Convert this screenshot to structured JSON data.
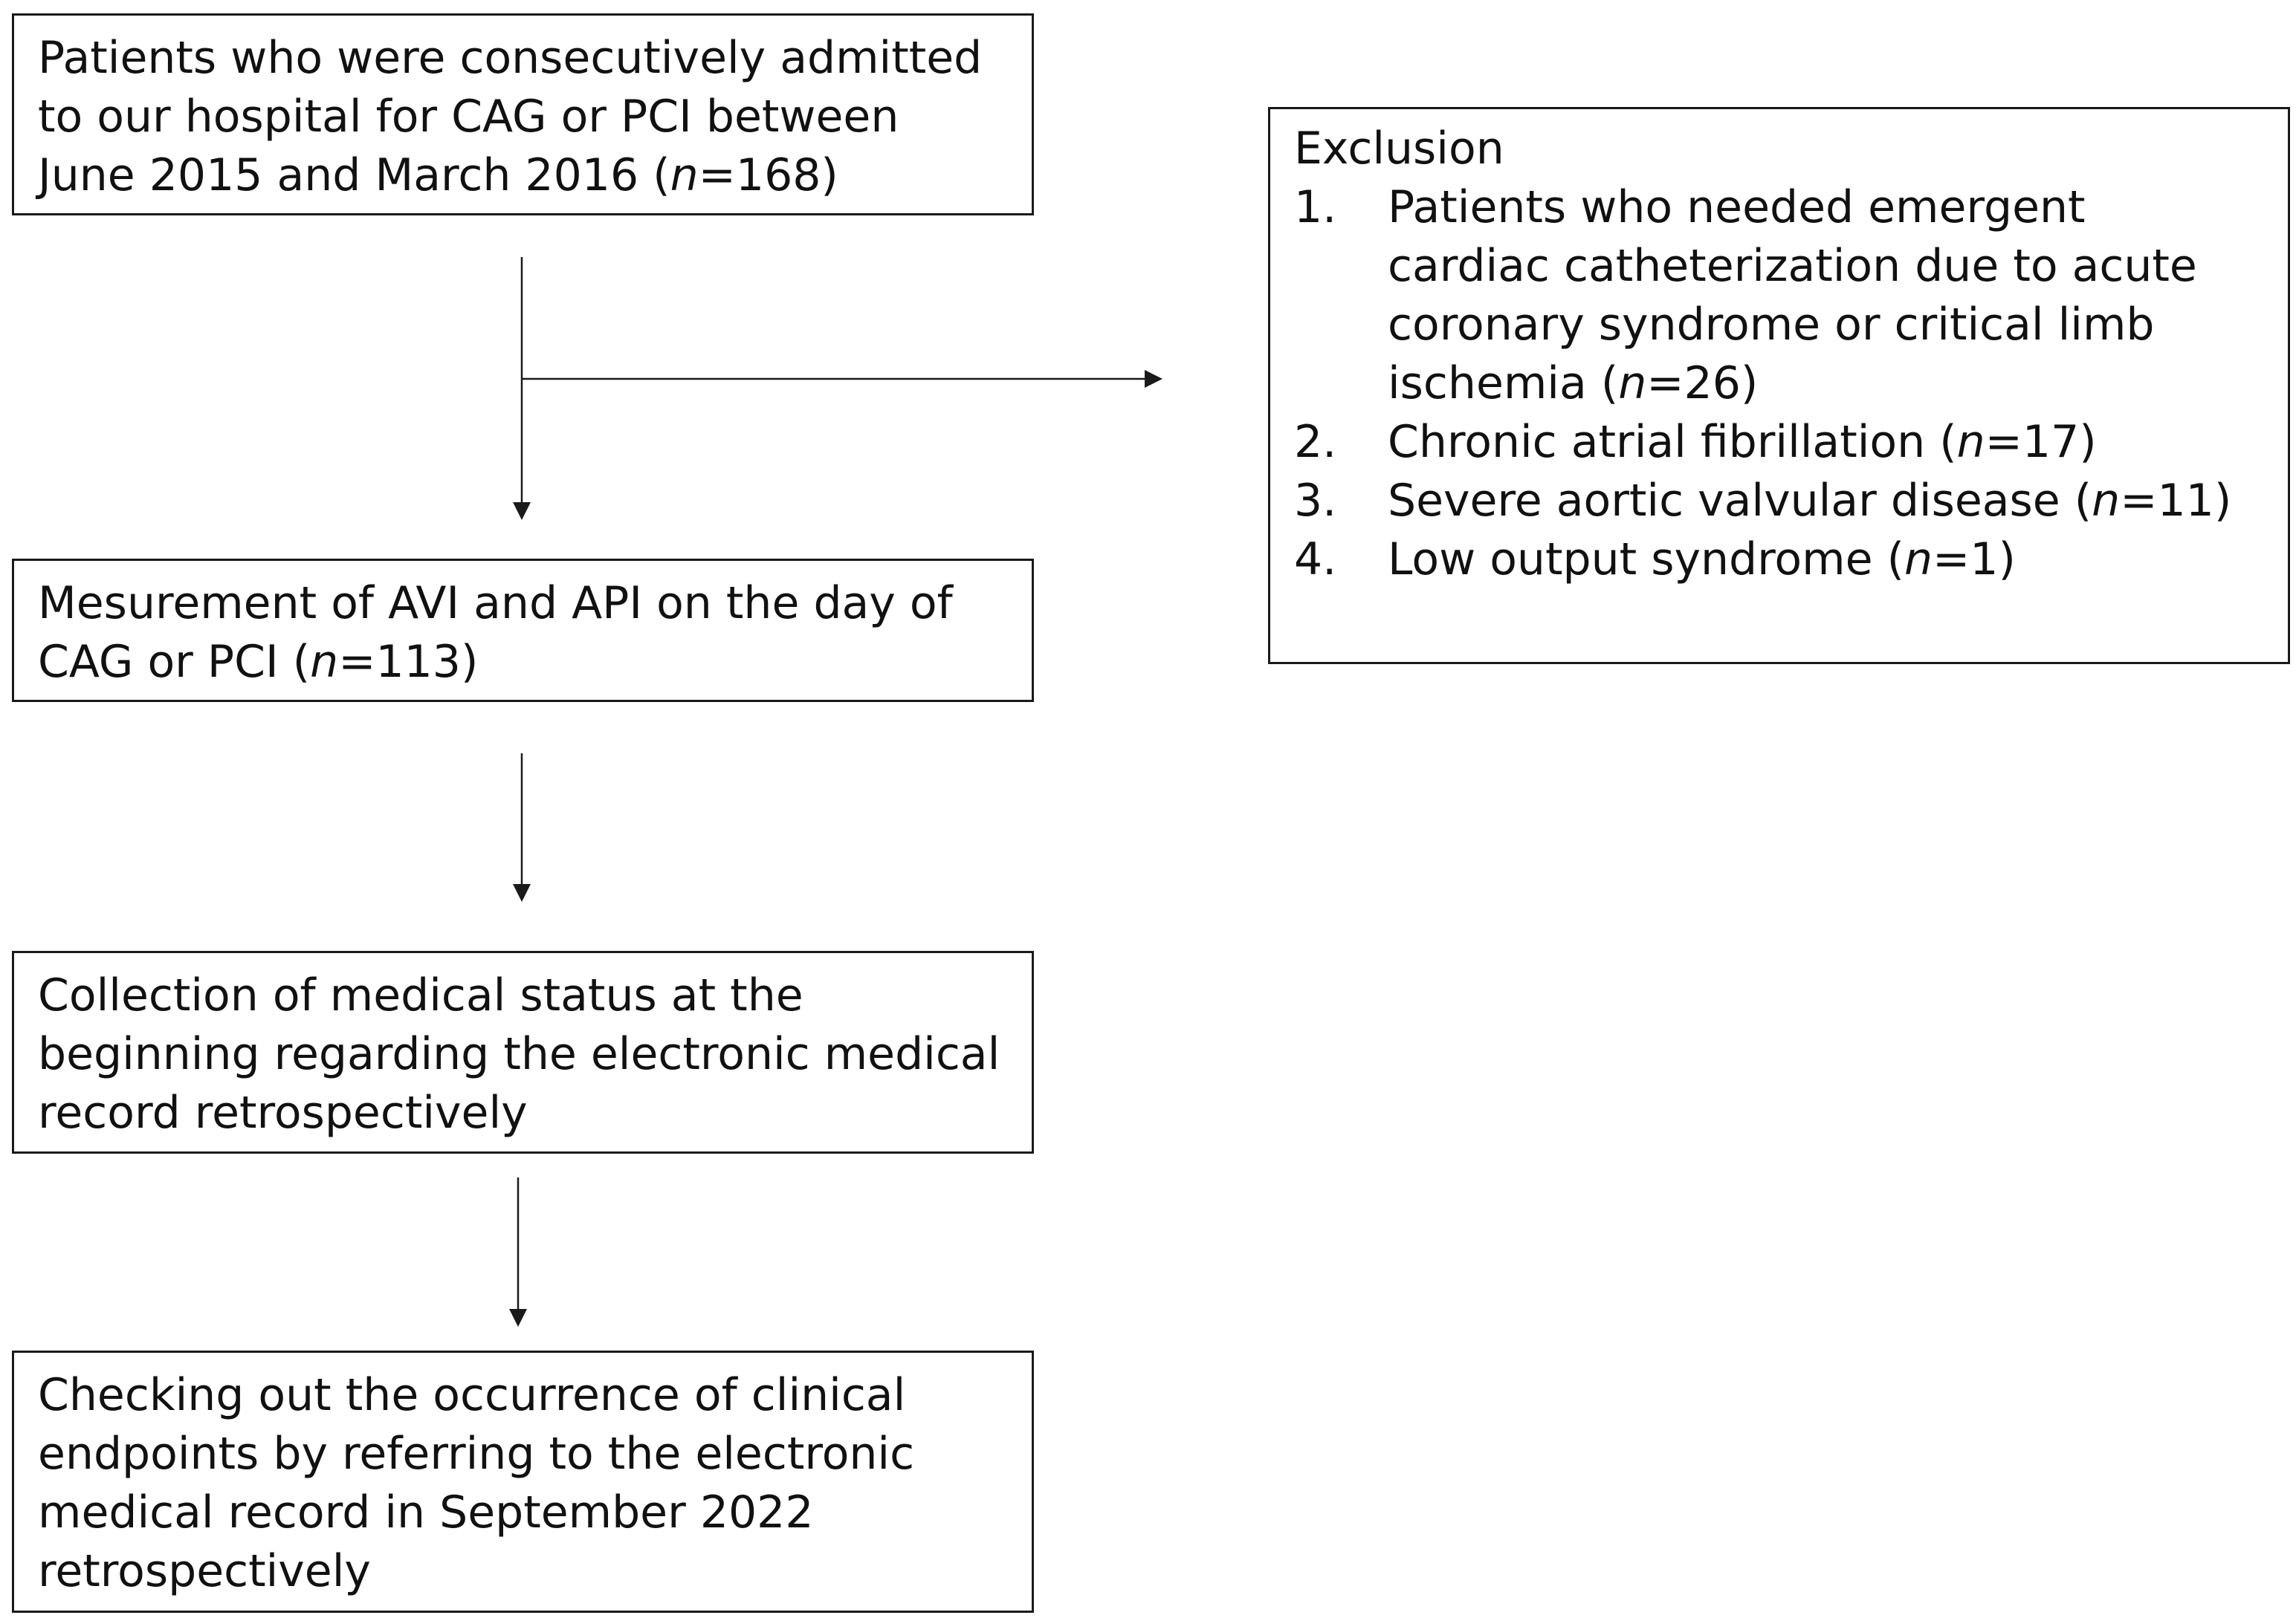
{
  "start_box": {
    "lines": [
      "Patients who were consecutively admitted",
      "to our hospital for CAG or PCI between",
      "June 2015 and March 2016 ("
    ],
    "n_symbol": "n",
    "n_value": "=168)"
  },
  "measurement_box": {
    "line1": "Mesurement of AVI and API on the day of",
    "line2_prefix": "CAG or PCI (",
    "n_symbol": "n",
    "n_value": "=113)"
  },
  "collection_box": {
    "lines": [
      "Collection of medical status at the",
      "beginning regarding the electronic medical",
      "record retrospectively"
    ]
  },
  "checking_box": {
    "lines": [
      "Checking out the occurrence of clinical",
      "endpoints by referring to the electronic",
      "medical record in September 2022",
      "retrospectively"
    ]
  },
  "exclusion_box": {
    "title": "Exclusion",
    "items": [
      {
        "number": "1.",
        "lines": [
          "Patients who needed emergent",
          "cardiac catheterization due to acute",
          "coronary syndrome or critical limb"
        ],
        "last_prefix": "ischemia (",
        "n_symbol": "n",
        "n_value": "=26)"
      },
      {
        "number": "2.",
        "prefix": "Chronic atrial fibrillation (",
        "n_symbol": "n",
        "n_value": "=17)"
      },
      {
        "number": "3.",
        "prefix": "Severe aortic valvular disease (",
        "n_symbol": "n",
        "n_value": "=11)"
      },
      {
        "number": "4.",
        "prefix": "Low output syndrome (",
        "n_symbol": "n",
        "n_value": "=1)"
      }
    ]
  },
  "colors": {
    "line": "#1a1a1a",
    "text": "#111111",
    "background": "#ffffff"
  }
}
